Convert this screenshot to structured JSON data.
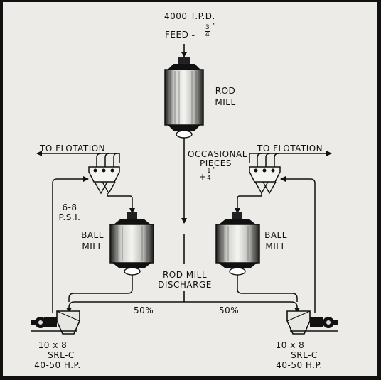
{
  "feed": {
    "tonnage": "4000 T.P.D.",
    "label": "FEED -",
    "size_num": "3",
    "size_mark": "\"",
    "size_den": "4"
  },
  "rod_mill": {
    "line1": "ROD",
    "line2": "MILL"
  },
  "occasional": {
    "line1": "OCCASIONAL",
    "line2": "PIECES",
    "plus": "+",
    "num": "1",
    "mark": "\"",
    "den": "4"
  },
  "left_branch": {
    "to_flotation": "TO FLOTATION",
    "pressure1": "6-8",
    "pressure2": "P.S.I.",
    "mill_line1": "BALL",
    "mill_line2": "MILL",
    "split": "50%",
    "pump_size": "10 x 8",
    "pump_model": "SRL-C",
    "pump_hp": "40-50 H.P."
  },
  "right_branch": {
    "to_flotation": "TO FLOTATION",
    "mill_line1": "BALL",
    "mill_line2": "MILL",
    "split": "50%",
    "pump_size": "10 x 8",
    "pump_model": "SRL-C",
    "pump_hp": "40-50 H.P."
  },
  "discharge": {
    "line1": "ROD MILL",
    "line2": "DISCHARGE"
  }
}
